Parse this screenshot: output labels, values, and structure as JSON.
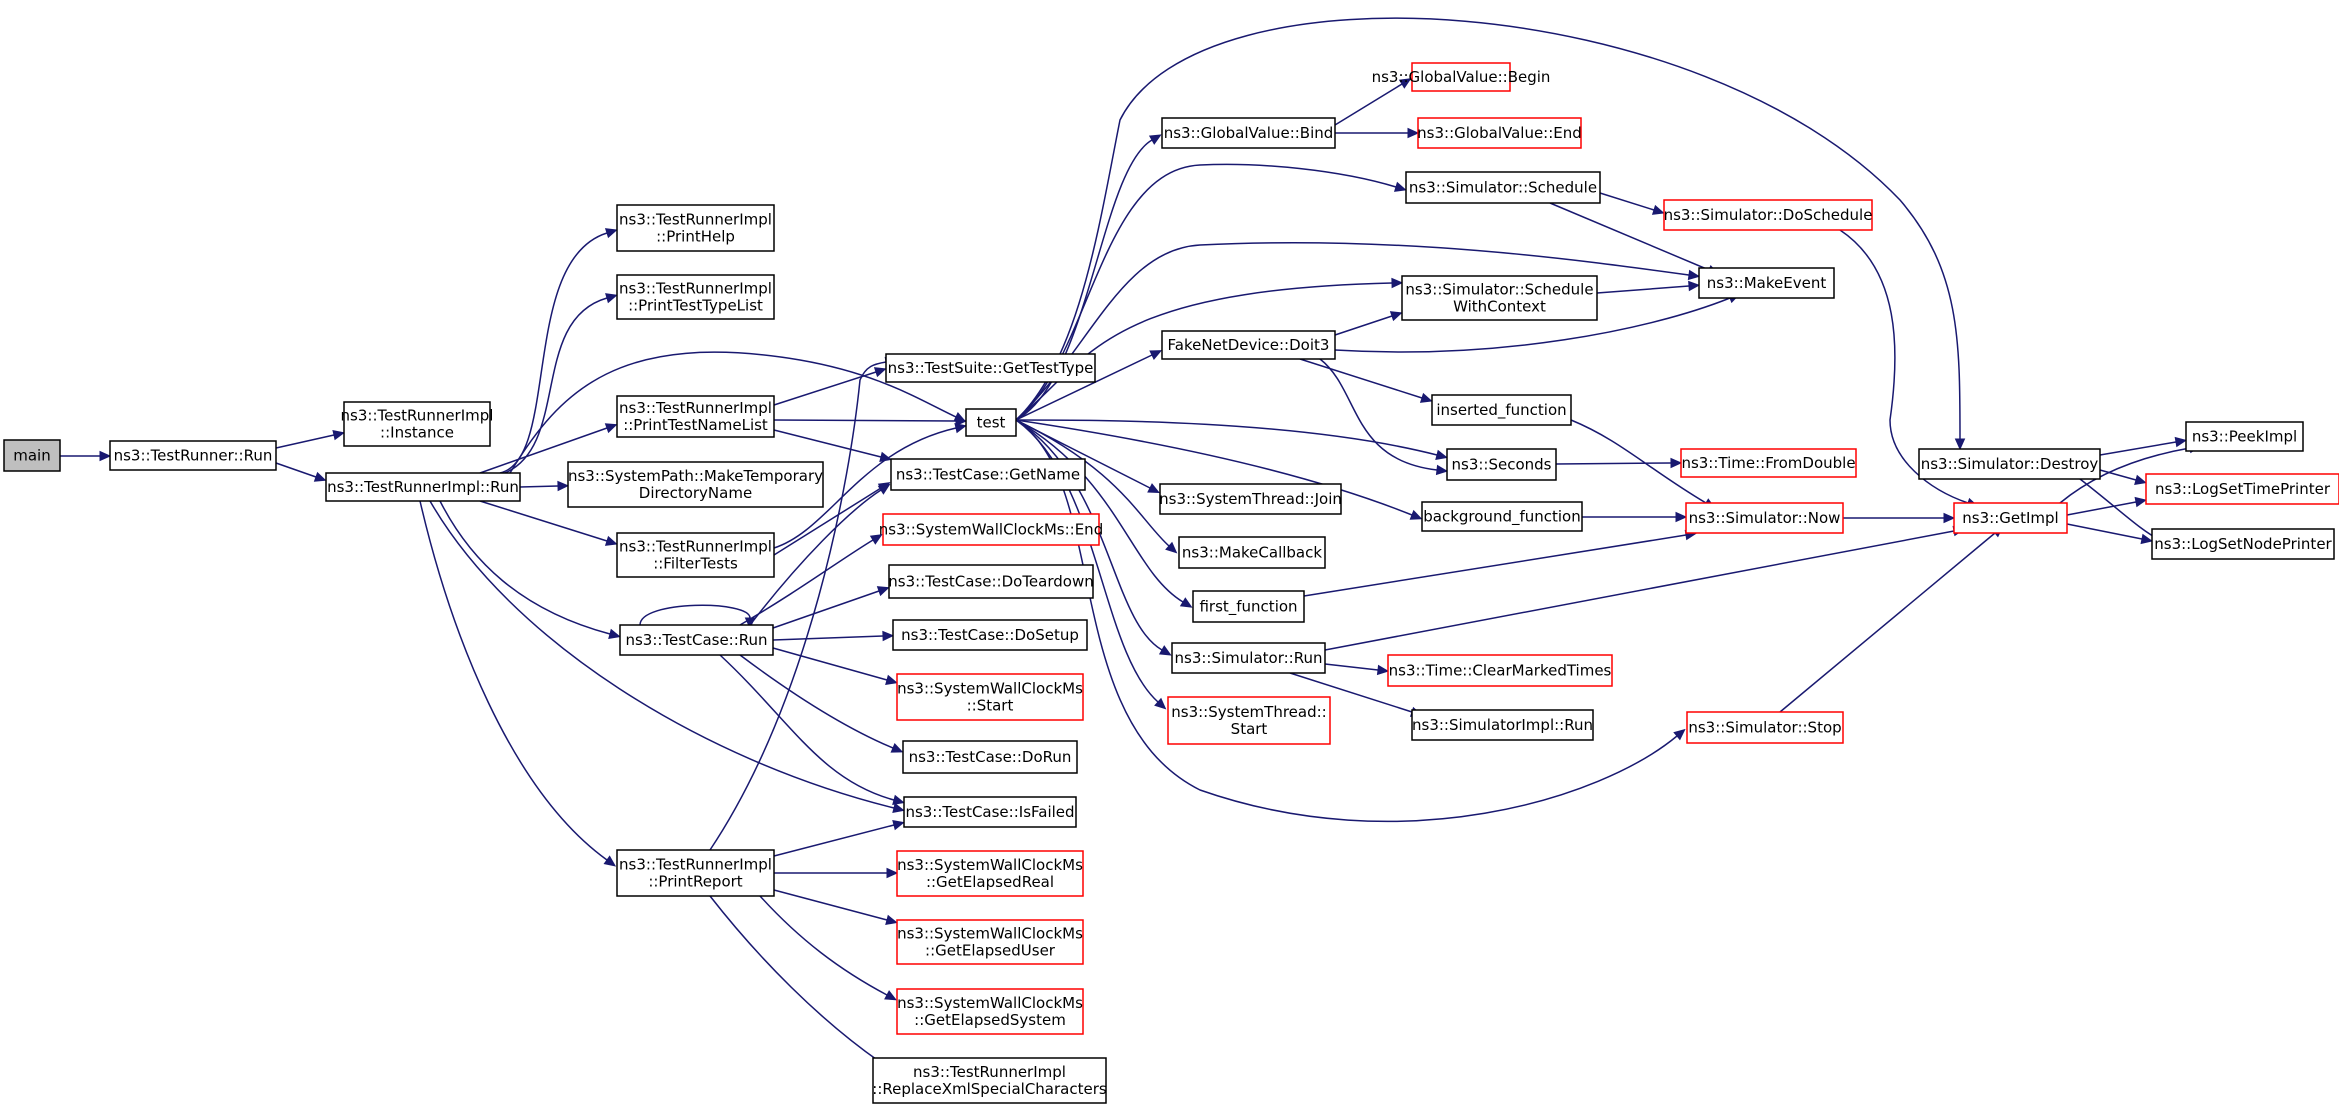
{
  "diagram": {
    "colors": {
      "edge": "#191970",
      "node_border": "#000000",
      "node_border_undocumented": "#ff0000",
      "node_fill": "#ffffff",
      "root_fill": "#bfbfbf"
    },
    "nodes": [
      {
        "id": "main",
        "lines": [
          "main"
        ]
      },
      {
        "id": "testrunner_run",
        "lines": [
          "ns3::TestRunner::Run"
        ]
      },
      {
        "id": "instance",
        "lines": [
          "ns3::TestRunnerImpl",
          "::Instance"
        ]
      },
      {
        "id": "impl_run",
        "lines": [
          "ns3::TestRunnerImpl::Run"
        ]
      },
      {
        "id": "print_help",
        "lines": [
          "ns3::TestRunnerImpl",
          "::PrintHelp"
        ]
      },
      {
        "id": "print_type_list",
        "lines": [
          "ns3::TestRunnerImpl",
          "::PrintTestTypeList"
        ]
      },
      {
        "id": "print_name_list",
        "lines": [
          "ns3::TestRunnerImpl",
          "::PrintTestNameList"
        ]
      },
      {
        "id": "make_temp_dir",
        "lines": [
          "ns3::SystemPath::MakeTemporary",
          "DirectoryName"
        ]
      },
      {
        "id": "filter_tests",
        "lines": [
          "ns3::TestRunnerImpl",
          "::FilterTests"
        ]
      },
      {
        "id": "testcase_run",
        "lines": [
          "ns3::TestCase::Run"
        ]
      },
      {
        "id": "print_report",
        "lines": [
          "ns3::TestRunnerImpl",
          "::PrintReport"
        ]
      },
      {
        "id": "get_test_type",
        "lines": [
          "ns3::TestSuite::GetTestType"
        ]
      },
      {
        "id": "test",
        "lines": [
          "test"
        ]
      },
      {
        "id": "get_name",
        "lines": [
          "ns3::TestCase::GetName"
        ]
      },
      {
        "id": "wall_end",
        "lines": [
          "ns3::SystemWallClockMs::End"
        ]
      },
      {
        "id": "do_teardown",
        "lines": [
          "ns3::TestCase::DoTeardown"
        ]
      },
      {
        "id": "do_setup",
        "lines": [
          "ns3::TestCase::DoSetup"
        ]
      },
      {
        "id": "wall_start",
        "lines": [
          "ns3::SystemWallClockMs",
          "::Start"
        ]
      },
      {
        "id": "do_run",
        "lines": [
          "ns3::TestCase::DoRun"
        ]
      },
      {
        "id": "is_failed",
        "lines": [
          "ns3::TestCase::IsFailed"
        ]
      },
      {
        "id": "elapsed_real",
        "lines": [
          "ns3::SystemWallClockMs",
          "::GetElapsedReal"
        ]
      },
      {
        "id": "elapsed_user",
        "lines": [
          "ns3::SystemWallClockMs",
          "::GetElapsedUser"
        ]
      },
      {
        "id": "elapsed_system",
        "lines": [
          "ns3::SystemWallClockMs",
          "::GetElapsedSystem"
        ]
      },
      {
        "id": "replace_xml",
        "lines": [
          "ns3::TestRunnerImpl",
          "::ReplaceXmlSpecialCharacters"
        ]
      },
      {
        "id": "gv_bind",
        "lines": [
          "ns3::GlobalValue::Bind"
        ]
      },
      {
        "id": "gv_begin",
        "lines": [
          "ns3::GlobalValue::Begin"
        ]
      },
      {
        "id": "gv_end",
        "lines": [
          "ns3::GlobalValue::End"
        ]
      },
      {
        "id": "sim_schedule",
        "lines": [
          "ns3::Simulator::Schedule"
        ]
      },
      {
        "id": "sim_do_schedule",
        "lines": [
          "ns3::Simulator::DoSchedule"
        ]
      },
      {
        "id": "make_event",
        "lines": [
          "ns3::MakeEvent"
        ]
      },
      {
        "id": "schedule_ctx",
        "lines": [
          "ns3::Simulator::Schedule",
          "WithContext"
        ]
      },
      {
        "id": "doit3",
        "lines": [
          "FakeNetDevice::Doit3"
        ]
      },
      {
        "id": "inserted_fn",
        "lines": [
          "inserted_function"
        ]
      },
      {
        "id": "seconds",
        "lines": [
          "ns3::Seconds"
        ]
      },
      {
        "id": "from_double",
        "lines": [
          "ns3::Time::FromDouble"
        ]
      },
      {
        "id": "thread_join",
        "lines": [
          "ns3::SystemThread::Join"
        ]
      },
      {
        "id": "background_fn",
        "lines": [
          "background_function"
        ]
      },
      {
        "id": "sim_now",
        "lines": [
          "ns3::Simulator::Now"
        ]
      },
      {
        "id": "make_callback",
        "lines": [
          "ns3::MakeCallback"
        ]
      },
      {
        "id": "first_fn",
        "lines": [
          "first_function"
        ]
      },
      {
        "id": "sim_run",
        "lines": [
          "ns3::Simulator::Run"
        ]
      },
      {
        "id": "clear_marked",
        "lines": [
          "ns3::Time::ClearMarkedTimes"
        ]
      },
      {
        "id": "thread_start",
        "lines": [
          "ns3::SystemThread::",
          "Start"
        ]
      },
      {
        "id": "simimpl_run",
        "lines": [
          "ns3::SimulatorImpl::Run"
        ]
      },
      {
        "id": "sim_stop",
        "lines": [
          "ns3::Simulator::Stop"
        ]
      },
      {
        "id": "sim_destroy",
        "lines": [
          "ns3::Simulator::Destroy"
        ]
      },
      {
        "id": "get_impl",
        "lines": [
          "ns3::GetImpl"
        ]
      },
      {
        "id": "peek_impl",
        "lines": [
          "ns3::PeekImpl"
        ]
      },
      {
        "id": "log_time",
        "lines": [
          "ns3::LogSetTimePrinter"
        ]
      },
      {
        "id": "log_node",
        "lines": [
          "ns3::LogSetNodePrinter"
        ]
      }
    ],
    "edges": [
      [
        "main",
        "testrunner_run"
      ],
      [
        "testrunner_run",
        "instance"
      ],
      [
        "testrunner_run",
        "impl_run"
      ],
      [
        "impl_run",
        "print_help"
      ],
      [
        "impl_run",
        "print_type_list"
      ],
      [
        "impl_run",
        "test"
      ],
      [
        "impl_run",
        "print_name_list"
      ],
      [
        "impl_run",
        "make_temp_dir"
      ],
      [
        "impl_run",
        "filter_tests"
      ],
      [
        "impl_run",
        "testcase_run"
      ],
      [
        "impl_run",
        "is_failed"
      ],
      [
        "impl_run",
        "print_report"
      ],
      [
        "print_name_list",
        "get_test_type"
      ],
      [
        "print_name_list",
        "test"
      ],
      [
        "print_name_list",
        "get_name"
      ],
      [
        "filter_tests",
        "test"
      ],
      [
        "filter_tests",
        "get_name"
      ],
      [
        "testcase_run",
        "testcase_run"
      ],
      [
        "testcase_run",
        "get_name"
      ],
      [
        "testcase_run",
        "wall_end"
      ],
      [
        "testcase_run",
        "do_teardown"
      ],
      [
        "testcase_run",
        "do_setup"
      ],
      [
        "testcase_run",
        "wall_start"
      ],
      [
        "testcase_run",
        "do_run"
      ],
      [
        "testcase_run",
        "is_failed"
      ],
      [
        "print_report",
        "get_test_type"
      ],
      [
        "print_report",
        "is_failed"
      ],
      [
        "print_report",
        "elapsed_real"
      ],
      [
        "print_report",
        "elapsed_user"
      ],
      [
        "print_report",
        "elapsed_system"
      ],
      [
        "print_report",
        "replace_xml"
      ],
      [
        "test",
        "gv_bind"
      ],
      [
        "test",
        "sim_schedule"
      ],
      [
        "test",
        "make_event"
      ],
      [
        "test",
        "schedule_ctx"
      ],
      [
        "test",
        "doit3"
      ],
      [
        "test",
        "sim_destroy"
      ],
      [
        "test",
        "seconds"
      ],
      [
        "test",
        "thread_join"
      ],
      [
        "test",
        "background_fn"
      ],
      [
        "test",
        "make_callback"
      ],
      [
        "test",
        "first_fn"
      ],
      [
        "test",
        "sim_run"
      ],
      [
        "test",
        "thread_start"
      ],
      [
        "test",
        "sim_stop"
      ],
      [
        "gv_bind",
        "gv_begin"
      ],
      [
        "gv_bind",
        "gv_end"
      ],
      [
        "sim_schedule",
        "sim_do_schedule"
      ],
      [
        "sim_schedule",
        "make_event"
      ],
      [
        "sim_do_schedule",
        "get_impl"
      ],
      [
        "schedule_ctx",
        "make_event"
      ],
      [
        "doit3",
        "schedule_ctx"
      ],
      [
        "doit3",
        "make_event"
      ],
      [
        "doit3",
        "inserted_fn"
      ],
      [
        "doit3",
        "seconds"
      ],
      [
        "inserted_fn",
        "sim_now"
      ],
      [
        "seconds",
        "from_double"
      ],
      [
        "background_fn",
        "sim_now"
      ],
      [
        "first_fn",
        "sim_now"
      ],
      [
        "sim_now",
        "get_impl"
      ],
      [
        "sim_run",
        "get_impl"
      ],
      [
        "sim_run",
        "clear_marked"
      ],
      [
        "sim_run",
        "simimpl_run"
      ],
      [
        "sim_stop",
        "get_impl"
      ],
      [
        "sim_destroy",
        "peek_impl"
      ],
      [
        "sim_destroy",
        "log_time"
      ],
      [
        "sim_destroy",
        "log_node"
      ],
      [
        "get_impl",
        "peek_impl"
      ],
      [
        "get_impl",
        "log_time"
      ],
      [
        "get_impl",
        "log_node"
      ]
    ]
  }
}
